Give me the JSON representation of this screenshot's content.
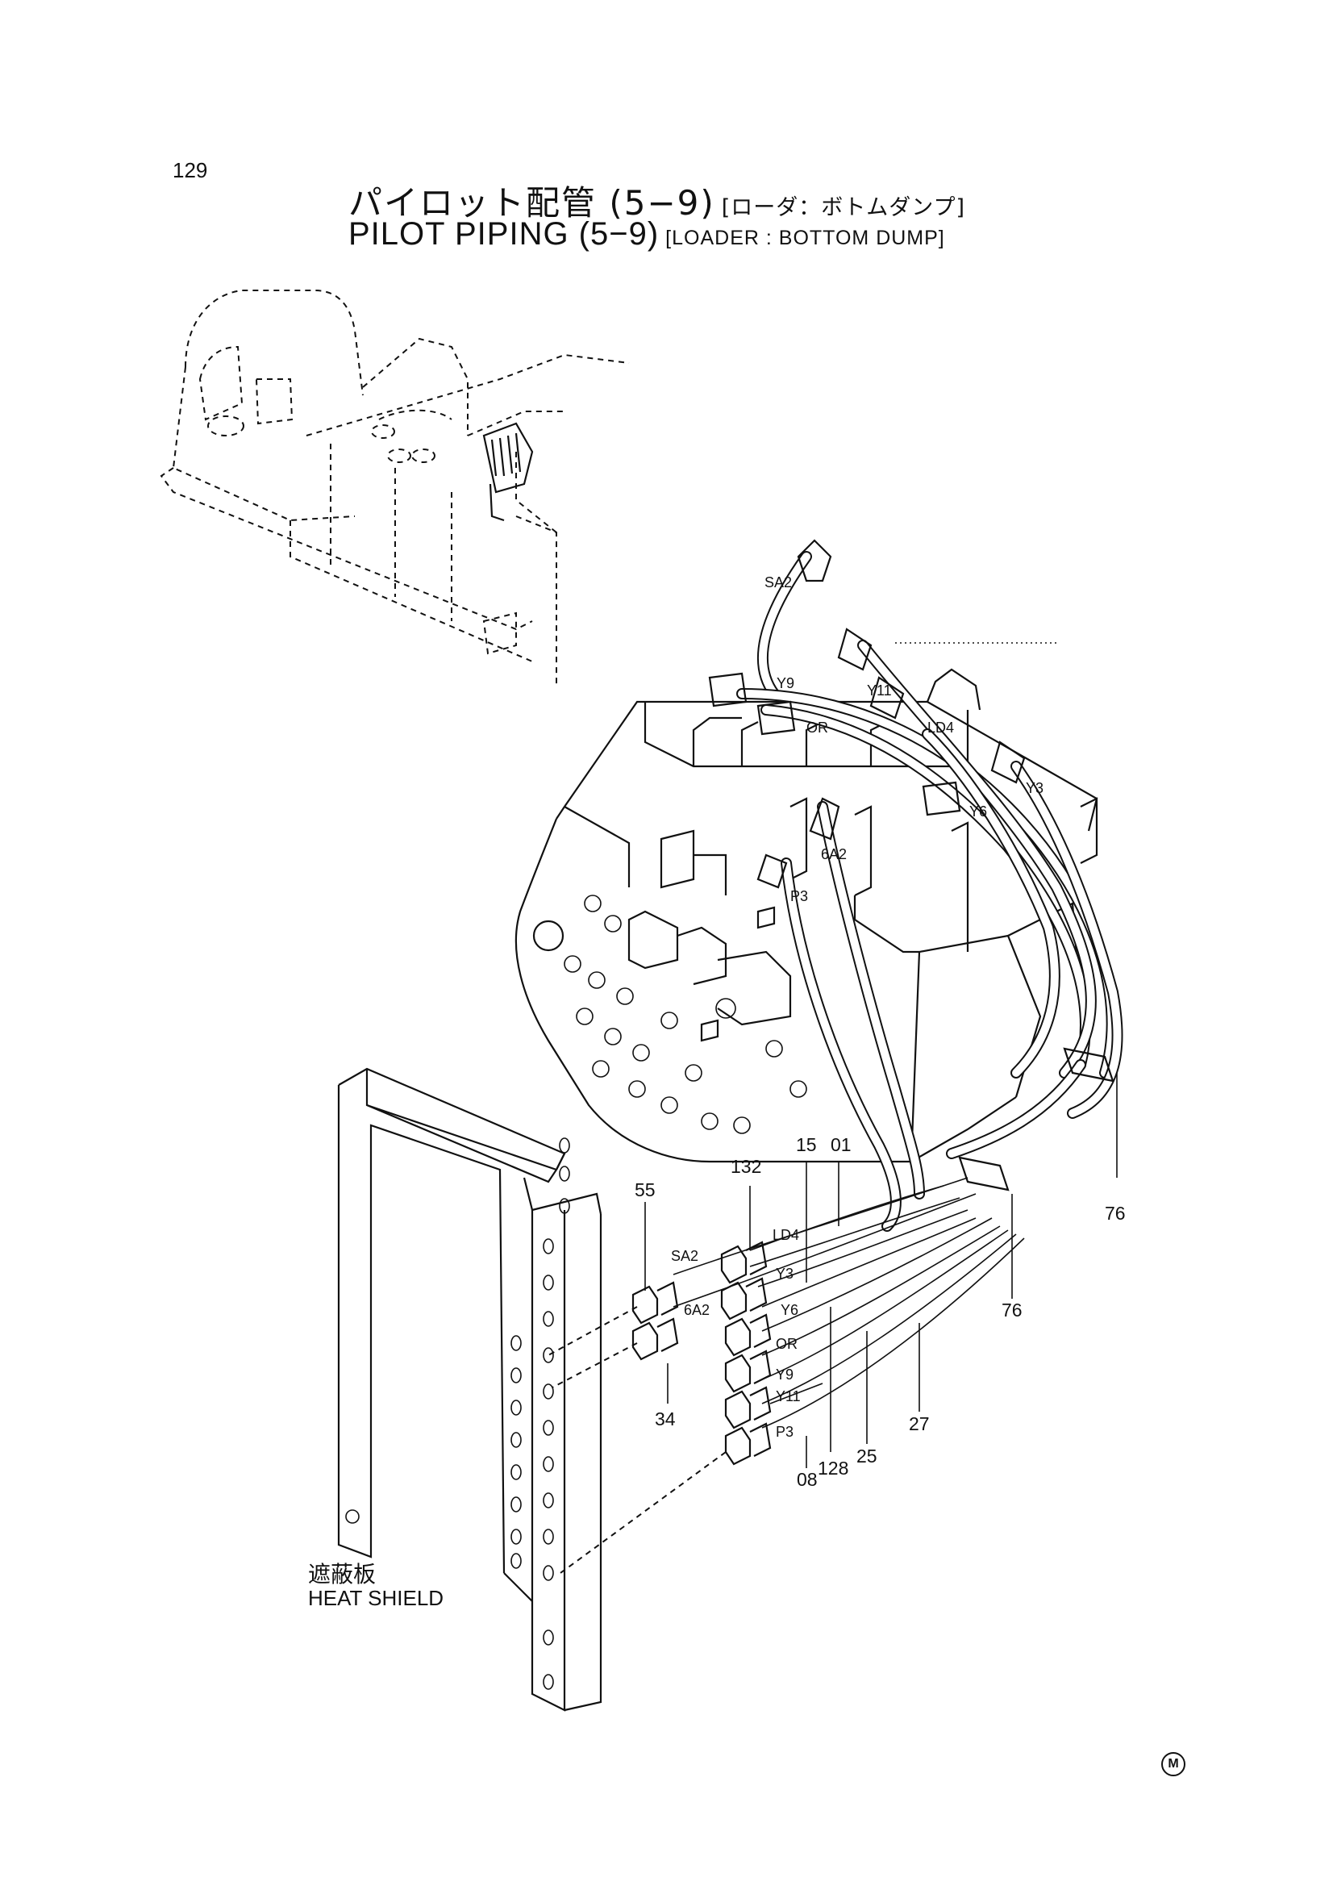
{
  "page_number": "129",
  "title_jp": "パイロット配管 (5−9)",
  "title_jp_sub": "[ローダ：ボトムダンプ]",
  "title_en": "PILOT PIPING (5−9)",
  "title_en_sub": "[LOADER : BOTTOM DUMP]",
  "heat_shield_jp": "遮蔽板",
  "heat_shield_en": "HEAT SHIELD",
  "mark": "M",
  "port_labels": [
    "SA2",
    "Y9",
    "Y11",
    "OR",
    "LD4",
    "Y3",
    "Y6",
    "6A2",
    "P3"
  ],
  "hose_labels": [
    "LD4",
    "SA2",
    "Y3",
    "6A2",
    "Y6",
    "OR",
    "Y9",
    "Y11",
    "P3"
  ],
  "part_numbers": [
    "55",
    "132",
    "15",
    "01",
    "76",
    "76",
    "34",
    "08",
    "128",
    "25",
    "27"
  ]
}
